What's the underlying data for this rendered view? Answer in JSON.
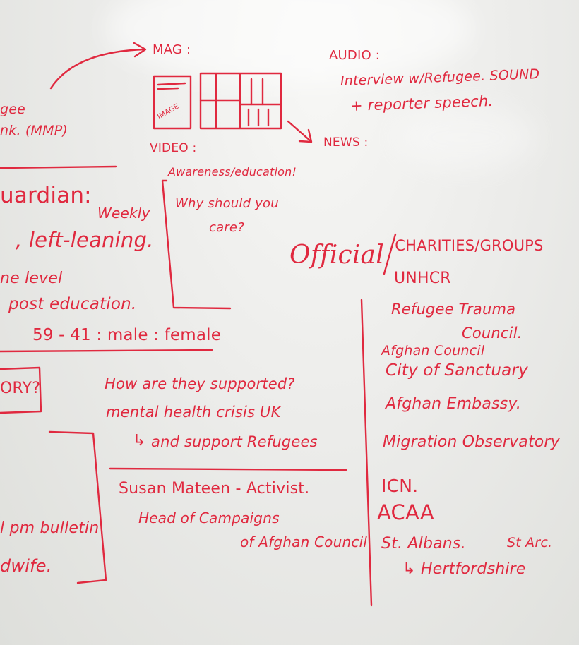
{
  "colors": {
    "ink": "#e0293f",
    "board": "#ececea"
  },
  "top_left": {
    "line1": "gee",
    "line2": "nk. (MMP)"
  },
  "mag": {
    "label": "MAG :",
    "image_label": "IMAGE",
    "arrow_icon": "curved-arrow-icon"
  },
  "audio": {
    "label": "AUDIO :",
    "line1": "Interview w/Refugee. SOUND",
    "line2": "+ reporter speech."
  },
  "news": {
    "label": "NEWS :"
  },
  "video": {
    "label": "VIDEO :",
    "line1": "Awareness/education!",
    "line2": "Why should you",
    "line3": "care?"
  },
  "guardian": {
    "title": "uardian:",
    "weekly": "Weekly",
    "lean": ", left-leaning.",
    "level": "ne level",
    "post": "post education.",
    "ratio": "59 - 41 : male : female"
  },
  "boxed_fragment": "ORY?",
  "support": {
    "line1": "How are they supported?",
    "line2": "mental health crisis UK",
    "line3": "and support Refugees"
  },
  "contact": {
    "line1": "Susan Mateen - Activist.",
    "line2": "Head of Campaigns",
    "line3": "of Afghan Council"
  },
  "bottom_left": {
    "line1": "l pm bulletin",
    "line2": "dwife."
  },
  "official": {
    "label": "Official",
    "header": "/CHARITIES/GROUPS",
    "items": [
      "UNHCR",
      "Refugee Trauma",
      "Council.",
      "Afghan Council",
      "City of Sanctuary",
      "Afghan Embassy.",
      "Migration Observatory",
      "ICN.",
      "ACAA",
      "St. Albans.",
      "St Arc.",
      "Hertfordshire"
    ]
  }
}
